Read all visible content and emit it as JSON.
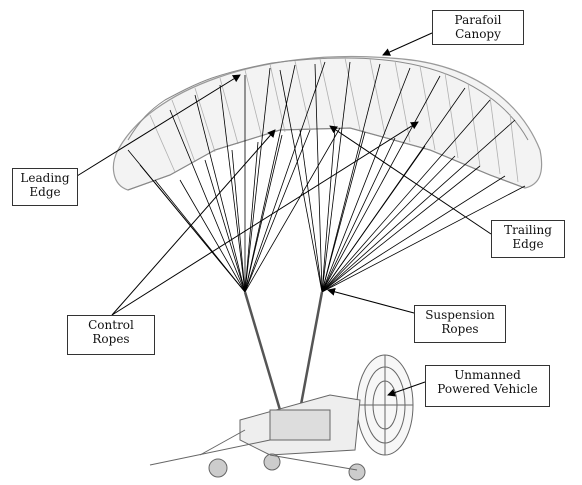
{
  "labels": {
    "parafoil_canopy": [
      "Parafoil",
      "Canopy"
    ],
    "leading_edge": [
      "Leading",
      "Edge"
    ],
    "trailing_edge": [
      "Trailing",
      "Edge"
    ],
    "control_ropes": [
      "Control",
      "Ropes"
    ],
    "suspension_ropes": [
      "Suspension",
      "Ropes"
    ],
    "unmanned_powered_vehicle": [
      "Unmanned",
      "Powered Vehicle"
    ]
  },
  "colors": {
    "line": "#000000",
    "canopy_fill": "#f3f3f3",
    "canopy_stroke": "#9a9a9a",
    "vehicle_stroke": "#666666",
    "label_border": "#333333"
  }
}
